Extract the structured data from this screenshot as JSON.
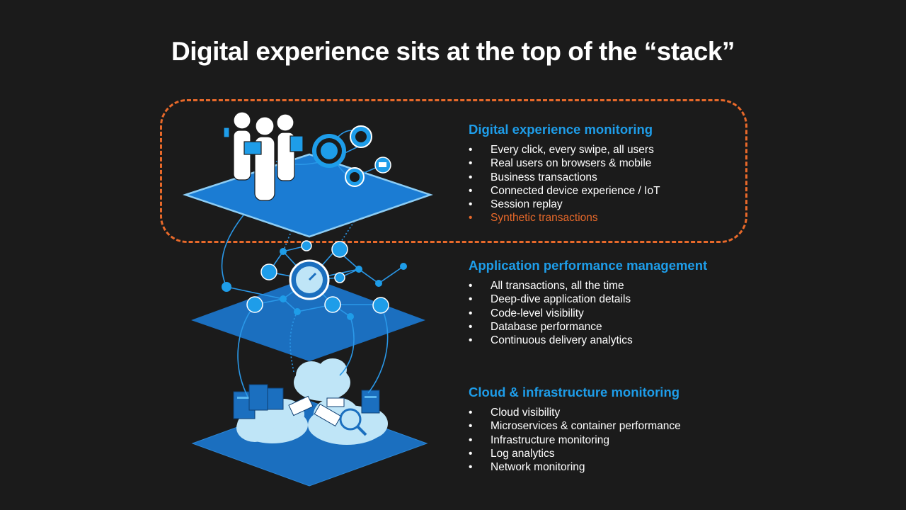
{
  "title": "Digital experience sits at the top of the “stack”",
  "colors": {
    "accent_blue": "#1e9de9",
    "highlight_orange": "#e8692a",
    "background": "#1b1b1b"
  },
  "sections": {
    "dem": {
      "heading": "Digital experience monitoring",
      "items": [
        "Every click, every swipe, all users",
        "Real users on browsers & mobile",
        "Business transactions",
        "Connected device experience / IoT",
        "Session replay",
        "Synthetic transactions"
      ]
    },
    "apm": {
      "heading": "Application performance management",
      "items": [
        "All transactions, all the time",
        "Deep-dive application details",
        "Code-level visibility",
        "Database performance",
        "Continuous delivery analytics"
      ]
    },
    "cim": {
      "heading": "Cloud & infrastructure monitoring",
      "items": [
        "Cloud visibility",
        "Microservices & container performance",
        "Infrastructure monitoring",
        "Log analytics",
        "Network monitoring"
      ]
    }
  }
}
